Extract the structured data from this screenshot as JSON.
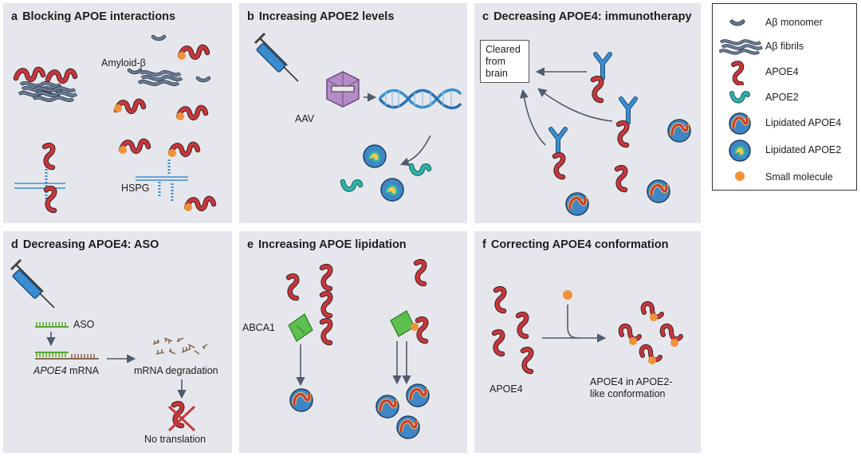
{
  "panels": {
    "a": {
      "letter": "a",
      "title": "Blocking APOE interactions",
      "amyloid_label": "Amyloid-β",
      "hspg_label": "HSPG"
    },
    "b": {
      "letter": "b",
      "title": "Increasing APOE2 levels",
      "aav_label": "AAV"
    },
    "c": {
      "letter": "c",
      "title": "Decreasing APOE4: immunotherapy",
      "cleared_label": "Cleared from brain"
    },
    "d": {
      "letter": "d",
      "title": "Decreasing APOE4: ASO",
      "aso_label": "ASO",
      "mrna_gene": "APOE4",
      "mrna_suffix": " mRNA",
      "degradation_label": "mRNA degradation",
      "no_translation_label": "No translation"
    },
    "e": {
      "letter": "e",
      "title": "Increasing APOE lipidation",
      "abca1_label": "ABCA1"
    },
    "f": {
      "letter": "f",
      "title": "Correcting APOE4 conformation",
      "apoe4_label": "APOE4",
      "result_label": "APOE4 in APOE2-like conformation"
    }
  },
  "legend": {
    "items": [
      {
        "label": "Aβ monomer",
        "icon": "abeta-monomer-icon"
      },
      {
        "label": "Aβ fibrils",
        "icon": "abeta-fibrils-icon"
      },
      {
        "label": "APOE4",
        "icon": "apoe4-icon"
      },
      {
        "label": "APOE2",
        "icon": "apoe2-icon"
      },
      {
        "label": "Lipidated APOE4",
        "icon": "lipidated-apoe4-icon"
      },
      {
        "label": "Lipidated APOE2",
        "icon": "lipidated-apoe2-icon"
      },
      {
        "label": "Small molecule",
        "icon": "small-molecule-icon"
      }
    ]
  },
  "colors": {
    "panel_bg": "#e6e7ec",
    "apoe4": "#c9373b",
    "apoe2": "#2bb3a8",
    "abeta": "#5a6a80",
    "small_molecule": "#f0923a",
    "lipid_particle": "#3f86c6",
    "antibody": "#3b8dd0",
    "abca1": "#5dbf4f",
    "aav": "#b48cc8",
    "dna": "#3a8fd0",
    "aso": "#5aa832",
    "mrna": "#8b6a4f",
    "arrow": "#4f5b6e"
  }
}
